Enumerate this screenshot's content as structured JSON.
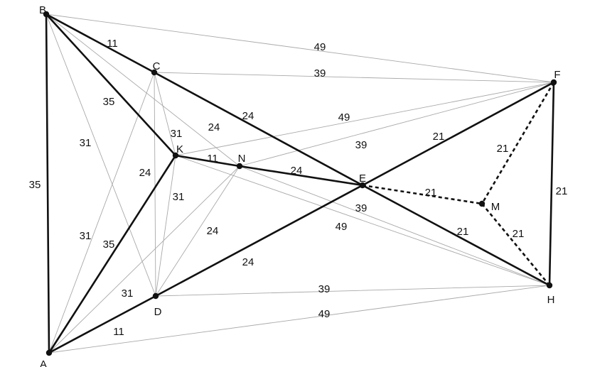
{
  "graph": {
    "nodes": [
      {
        "id": "A",
        "label": "A"
      },
      {
        "id": "B",
        "label": "B"
      },
      {
        "id": "C",
        "label": "C"
      },
      {
        "id": "D",
        "label": "D"
      },
      {
        "id": "E",
        "label": "E"
      },
      {
        "id": "F",
        "label": "F"
      },
      {
        "id": "H",
        "label": "H"
      },
      {
        "id": "K",
        "label": "K"
      },
      {
        "id": "M",
        "label": "M"
      },
      {
        "id": "N",
        "label": "N"
      }
    ],
    "edges": [
      {
        "from": "B",
        "to": "F",
        "weight": "49",
        "style": "thin"
      },
      {
        "from": "C",
        "to": "F",
        "weight": "39",
        "style": "thin"
      },
      {
        "from": "K",
        "to": "F",
        "weight": "49",
        "style": "thin"
      },
      {
        "from": "N",
        "to": "F",
        "weight": "39",
        "style": "thin"
      },
      {
        "from": "B",
        "to": "N",
        "weight": "24",
        "style": "thin"
      },
      {
        "from": "B",
        "to": "D",
        "weight": "31",
        "style": "thin"
      },
      {
        "from": "B",
        "to": "H",
        "weight": "",
        "style": "thin"
      },
      {
        "from": "C",
        "to": "A",
        "weight": "31",
        "style": "thin"
      },
      {
        "from": "C",
        "to": "D",
        "weight": "24",
        "style": "thin"
      },
      {
        "from": "C",
        "to": "K",
        "weight": "31",
        "style": "thin"
      },
      {
        "from": "C",
        "to": "H",
        "weight": "",
        "style": "thin"
      },
      {
        "from": "K",
        "to": "D",
        "weight": "31",
        "style": "thin"
      },
      {
        "from": "K",
        "to": "H",
        "weight": "49",
        "style": "thin"
      },
      {
        "from": "N",
        "to": "D",
        "weight": "24",
        "style": "thin"
      },
      {
        "from": "N",
        "to": "A",
        "weight": "31",
        "style": "thin"
      },
      {
        "from": "N",
        "to": "H",
        "weight": "39",
        "style": "thin"
      },
      {
        "from": "D",
        "to": "H",
        "weight": "39",
        "style": "thin"
      },
      {
        "from": "A",
        "to": "H",
        "weight": "49",
        "style": "thin"
      },
      {
        "from": "B",
        "to": "A",
        "weight": "35",
        "style": "bold"
      },
      {
        "from": "B",
        "to": "C",
        "weight": "11",
        "style": "bold"
      },
      {
        "from": "B",
        "to": "K",
        "weight": "35",
        "style": "bold"
      },
      {
        "from": "C",
        "to": "E",
        "weight": "24",
        "style": "bold"
      },
      {
        "from": "K",
        "to": "N",
        "weight": "11",
        "style": "bold"
      },
      {
        "from": "N",
        "to": "E",
        "weight": "24",
        "style": "bold"
      },
      {
        "from": "K",
        "to": "A",
        "weight": "35",
        "style": "bold"
      },
      {
        "from": "A",
        "to": "D",
        "weight": "11",
        "style": "bold"
      },
      {
        "from": "D",
        "to": "E",
        "weight": "24",
        "style": "bold"
      },
      {
        "from": "E",
        "to": "F",
        "weight": "21",
        "style": "bold"
      },
      {
        "from": "E",
        "to": "H",
        "weight": "21",
        "style": "bold"
      },
      {
        "from": "F",
        "to": "H",
        "weight": "21",
        "style": "bold"
      },
      {
        "from": "E",
        "to": "M",
        "weight": "21",
        "style": "dashed"
      },
      {
        "from": "F",
        "to": "M",
        "weight": "21",
        "style": "dashed"
      },
      {
        "from": "H",
        "to": "M",
        "weight": "21",
        "style": "dashed"
      }
    ],
    "colors": {
      "ink": "#111111",
      "thin": "#a9a9a9",
      "background": "#ffffff"
    }
  }
}
